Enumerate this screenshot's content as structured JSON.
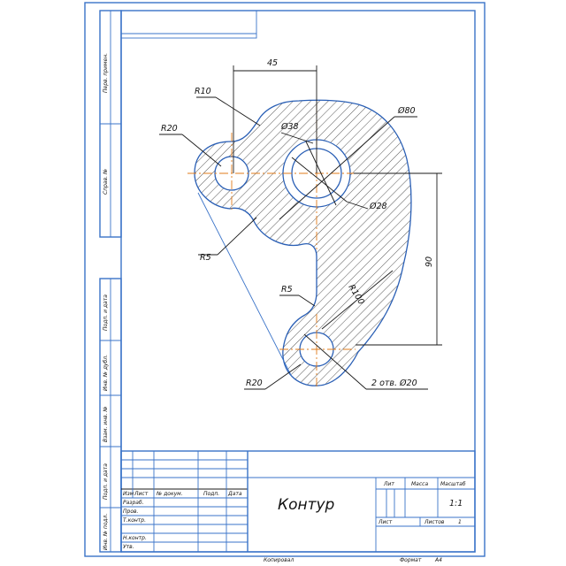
{
  "drawing": {
    "dimensions": {
      "width_45": "45",
      "r10": "R10",
      "r20_top": "R20",
      "d38": "Ø38",
      "d80": "Ø80",
      "d28": "Ø28",
      "r5_left": "R5",
      "height_90": "90",
      "r100": "R100",
      "r5_mid": "R5",
      "r20_bottom": "R20",
      "holes_2_d20": "2 отв. Ø20"
    }
  },
  "side_strip": {
    "perv_primen": "Перв. примен.",
    "sprav_no": "Справ. №",
    "podp_data_1": "Подп. и дата",
    "inv_dubl": "Инв. № дубл.",
    "vzam_inv": "Взам. инв. №",
    "podp_data_2": "Подп. и дата",
    "inv_podl": "Инв. № подл."
  },
  "title_block": {
    "title": "Контур",
    "col_izm": "Изм",
    "col_list": "Лист",
    "col_doc": "№ докум.",
    "col_podp": "Подп.",
    "col_date": "Дата",
    "razrab": "Разраб.",
    "prov": "Пров.",
    "tkontr": "Т.контр.",
    "nkontr": "Н.контр.",
    "utv": "Утв.",
    "lit": "Лит",
    "massa": "Масса",
    "masshtab": "Масштаб",
    "scale_value": "1:1",
    "sheet": "Лист",
    "sheets": "Листов",
    "sheets_value": "1"
  },
  "footer": {
    "copied": "Копировал",
    "format": "Формат",
    "format_value": "А4"
  }
}
